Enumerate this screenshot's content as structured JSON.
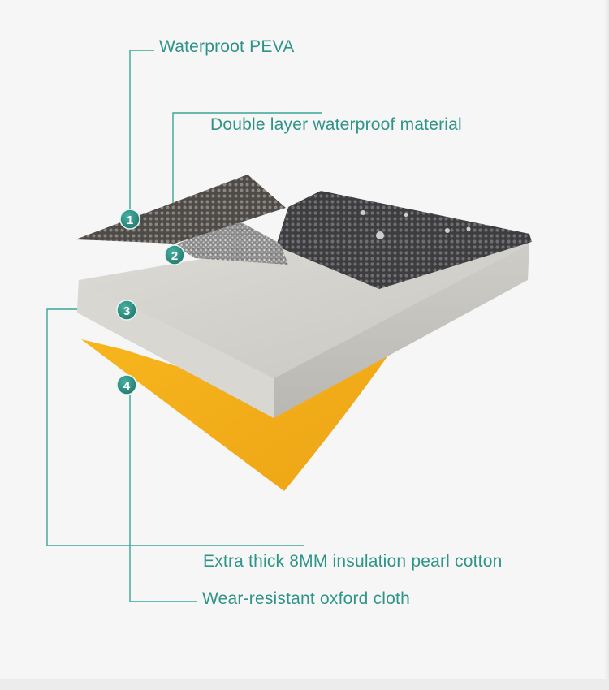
{
  "labels": {
    "l1": "Waterproot PEVA",
    "l2": "Double layer waterproof material",
    "l3": "Extra thick 8MM insulation pearl cotton",
    "l4": "Wear-resistant oxford cloth"
  },
  "badges": [
    "1",
    "2",
    "3",
    "4"
  ],
  "colors": {
    "accent": "#2f9488",
    "oxford": "#f5b01e",
    "foam": "#d2d0cb",
    "peva": "#5c5956",
    "fabric": "#4a4a4c"
  }
}
